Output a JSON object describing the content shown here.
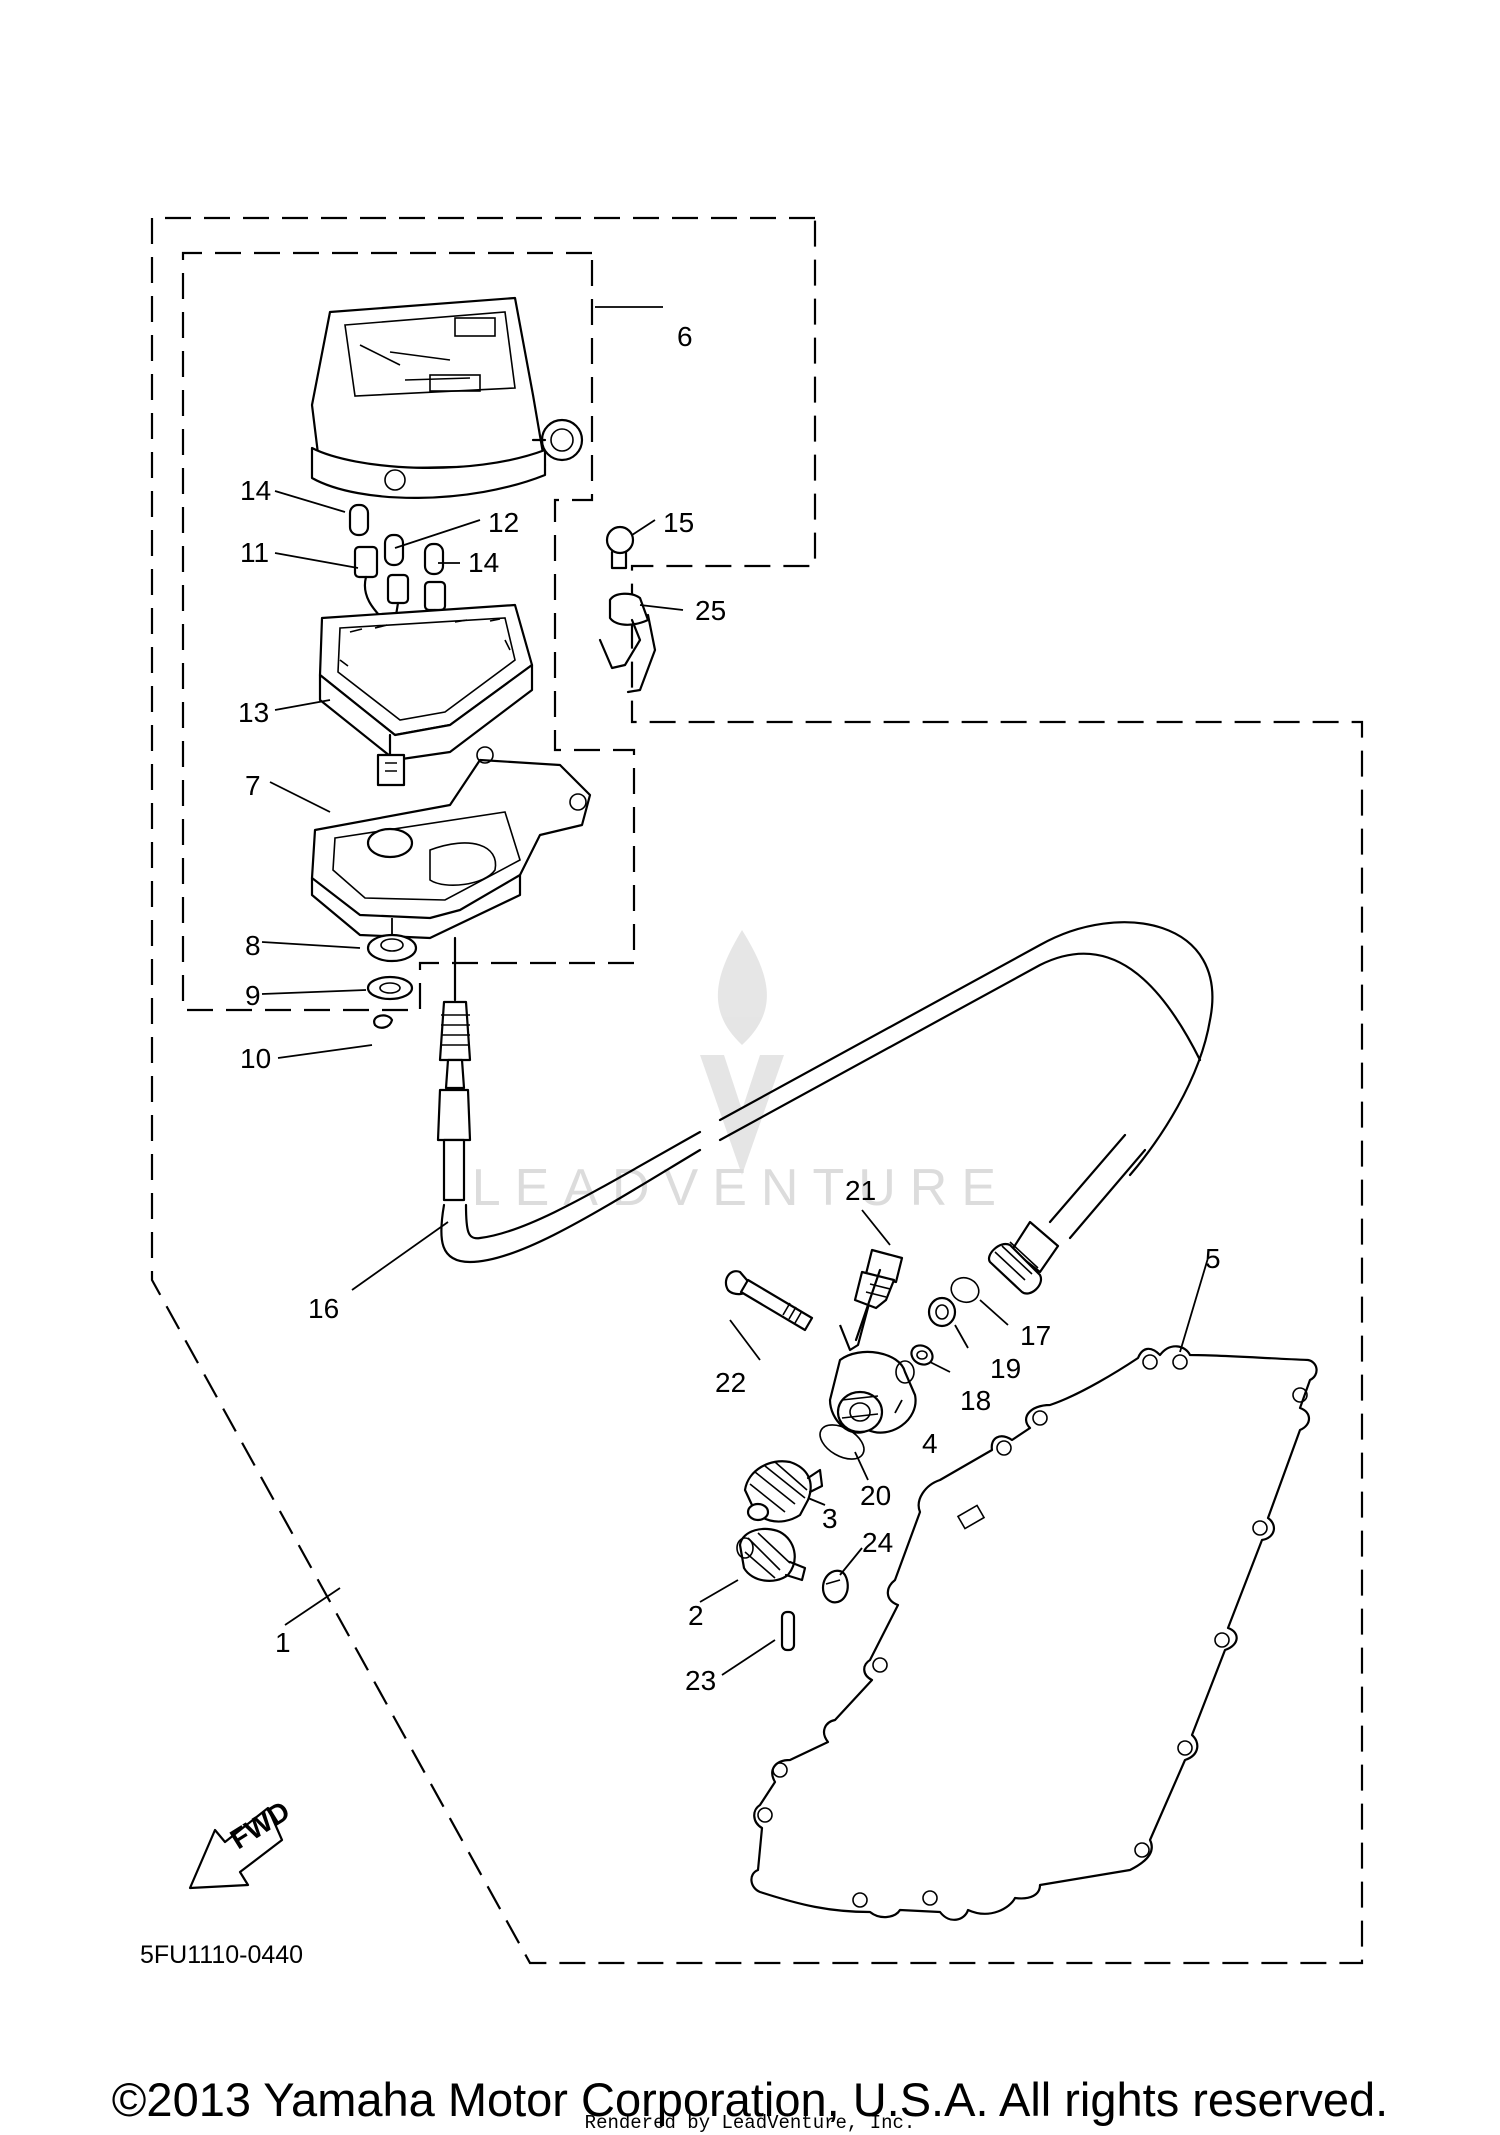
{
  "diagram": {
    "part_code": "5FU1110-0440",
    "fwd_label": "FWD",
    "watermark": "LEADVENTURE",
    "callouts": [
      {
        "id": "c1",
        "label": "1"
      },
      {
        "id": "c2",
        "label": "2"
      },
      {
        "id": "c3",
        "label": "3"
      },
      {
        "id": "c4",
        "label": "4"
      },
      {
        "id": "c5",
        "label": "5"
      },
      {
        "id": "c6",
        "label": "6"
      },
      {
        "id": "c7",
        "label": "7"
      },
      {
        "id": "c8",
        "label": "8"
      },
      {
        "id": "c9",
        "label": "9"
      },
      {
        "id": "c10",
        "label": "10"
      },
      {
        "id": "c11",
        "label": "11"
      },
      {
        "id": "c12",
        "label": "12"
      },
      {
        "id": "c13",
        "label": "13"
      },
      {
        "id": "c14a",
        "label": "14"
      },
      {
        "id": "c14b",
        "label": "14"
      },
      {
        "id": "c15",
        "label": "15"
      },
      {
        "id": "c16",
        "label": "16"
      },
      {
        "id": "c17",
        "label": "17"
      },
      {
        "id": "c18",
        "label": "18"
      },
      {
        "id": "c19",
        "label": "19"
      },
      {
        "id": "c20",
        "label": "20"
      },
      {
        "id": "c21",
        "label": "21"
      },
      {
        "id": "c22",
        "label": "22"
      },
      {
        "id": "c23",
        "label": "23"
      },
      {
        "id": "c24",
        "label": "24"
      },
      {
        "id": "c25",
        "label": "25"
      }
    ]
  },
  "footer": {
    "copyright": "©2013 Yamaha Motor Corporation, U.S.A. All rights reserved.",
    "rendered_by": "Rendered by LeadVenture, Inc."
  }
}
